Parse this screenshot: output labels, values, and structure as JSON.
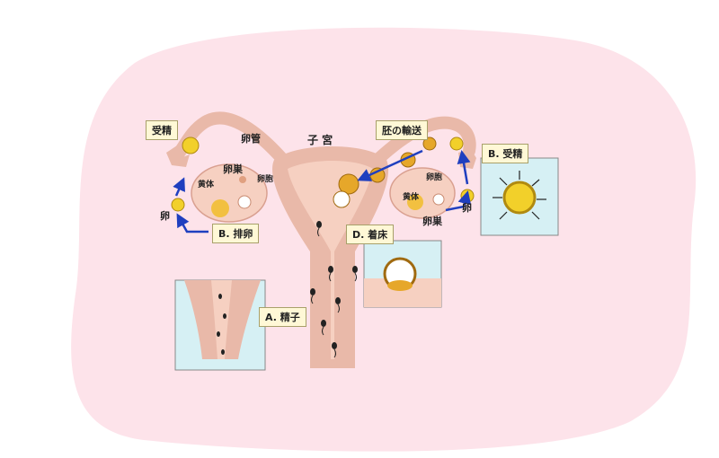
{
  "labels": {
    "uterus": "子 宮",
    "oviduct": "卵管",
    "ovary_left": "卵巣",
    "corpus_left": "黄体",
    "follicle": "卵胞",
    "egg_left": "卵",
    "ovary_right": "卵巣",
    "corpus_right": "黄体",
    "follicle_right": "卵胞",
    "egg_right": "卵"
  },
  "boxes": {
    "fertilization_left": "受精",
    "ovulation": "B. 排卵",
    "embryo_transport": "胚の輸送",
    "fertilization_right": "B. 受精",
    "implantation": "D. 着床",
    "sperm": "A. 精子"
  },
  "colors": {
    "background_blob": "#fde3ea",
    "tissue": "#e9b9a9",
    "uterus_inner": "#f6d0c1",
    "arrow": "#1f3fbf",
    "label_box": "#fff8d6",
    "inset_bg": "#d6f0f4",
    "egg": "#f2d02a"
  }
}
